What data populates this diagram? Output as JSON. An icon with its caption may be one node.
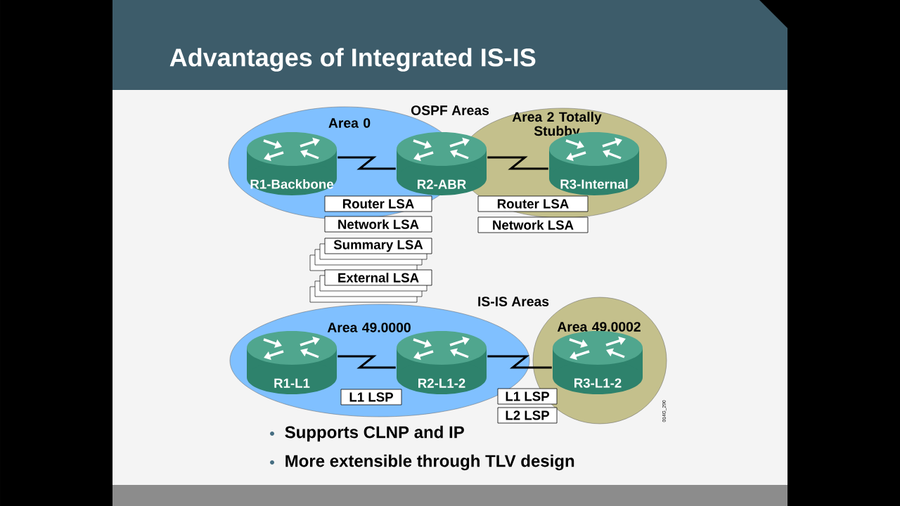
{
  "diagram": {
    "title": "Advantages of Integrated IS-IS",
    "nodes": [
      {
        "text": [
          "Area 0"
        ]
      },
      {
        "text": [
          "Area 2 Totally Stubby"
        ]
      },
      {
        "text": [
          "R1-Backbone"
        ],
        "in": 0
      },
      {
        "text": [
          "R2-ABR"
        ]
      },
      {
        "text": [
          "R3-Internal"
        ],
        "in": 1
      },
      {
        "text": [
          "Router LSA"
        ],
        "in": 0
      },
      {
        "text": [
          "Network LSA"
        ]
      },
      {
        "text": [
          "Summary LSA"
        ]
      },
      {
        "text": [
          "External LSA"
        ]
      },
      {
        "text": [
          "Router LSA"
        ],
        "in": 1
      },
      {
        "text": [
          "Network LSA"
        ]
      },
      {
        "text": [
          "Area 49.0000"
        ]
      },
      {
        "text": [
          "Area 49.0002"
        ]
      },
      {
        "text": [
          "R1-L1"
        ],
        "in": 11
      },
      {
        "text": [
          "R2-L1-2"
        ],
        "in": 11
      },
      {
        "text": [
          "R3-L1-2"
        ],
        "in": 12
      },
      {
        "text": [
          "L1 LSP"
        ],
        "in": 11
      },
      {
        "text": [
          "L1 LSP"
        ]
      },
      {
        "text": [
          "L2 LSP"
        ]
      }
    ],
    "edges": [
      {
        "from": 2,
        "to": 3,
        "arrow": "none"
      },
      {
        "from": 3,
        "to": 4,
        "arrow": "none"
      },
      {
        "from": 13,
        "to": 14,
        "arrow": "none"
      },
      {
        "from": 14,
        "to": 15,
        "arrow": "none"
      }
    ],
    "labels": [
      "OSPF Areas",
      "IS-IS Areas",
      "014G_290",
      "Supports CLNP and IP",
      "More extensible through TLV design"
    ]
  }
}
